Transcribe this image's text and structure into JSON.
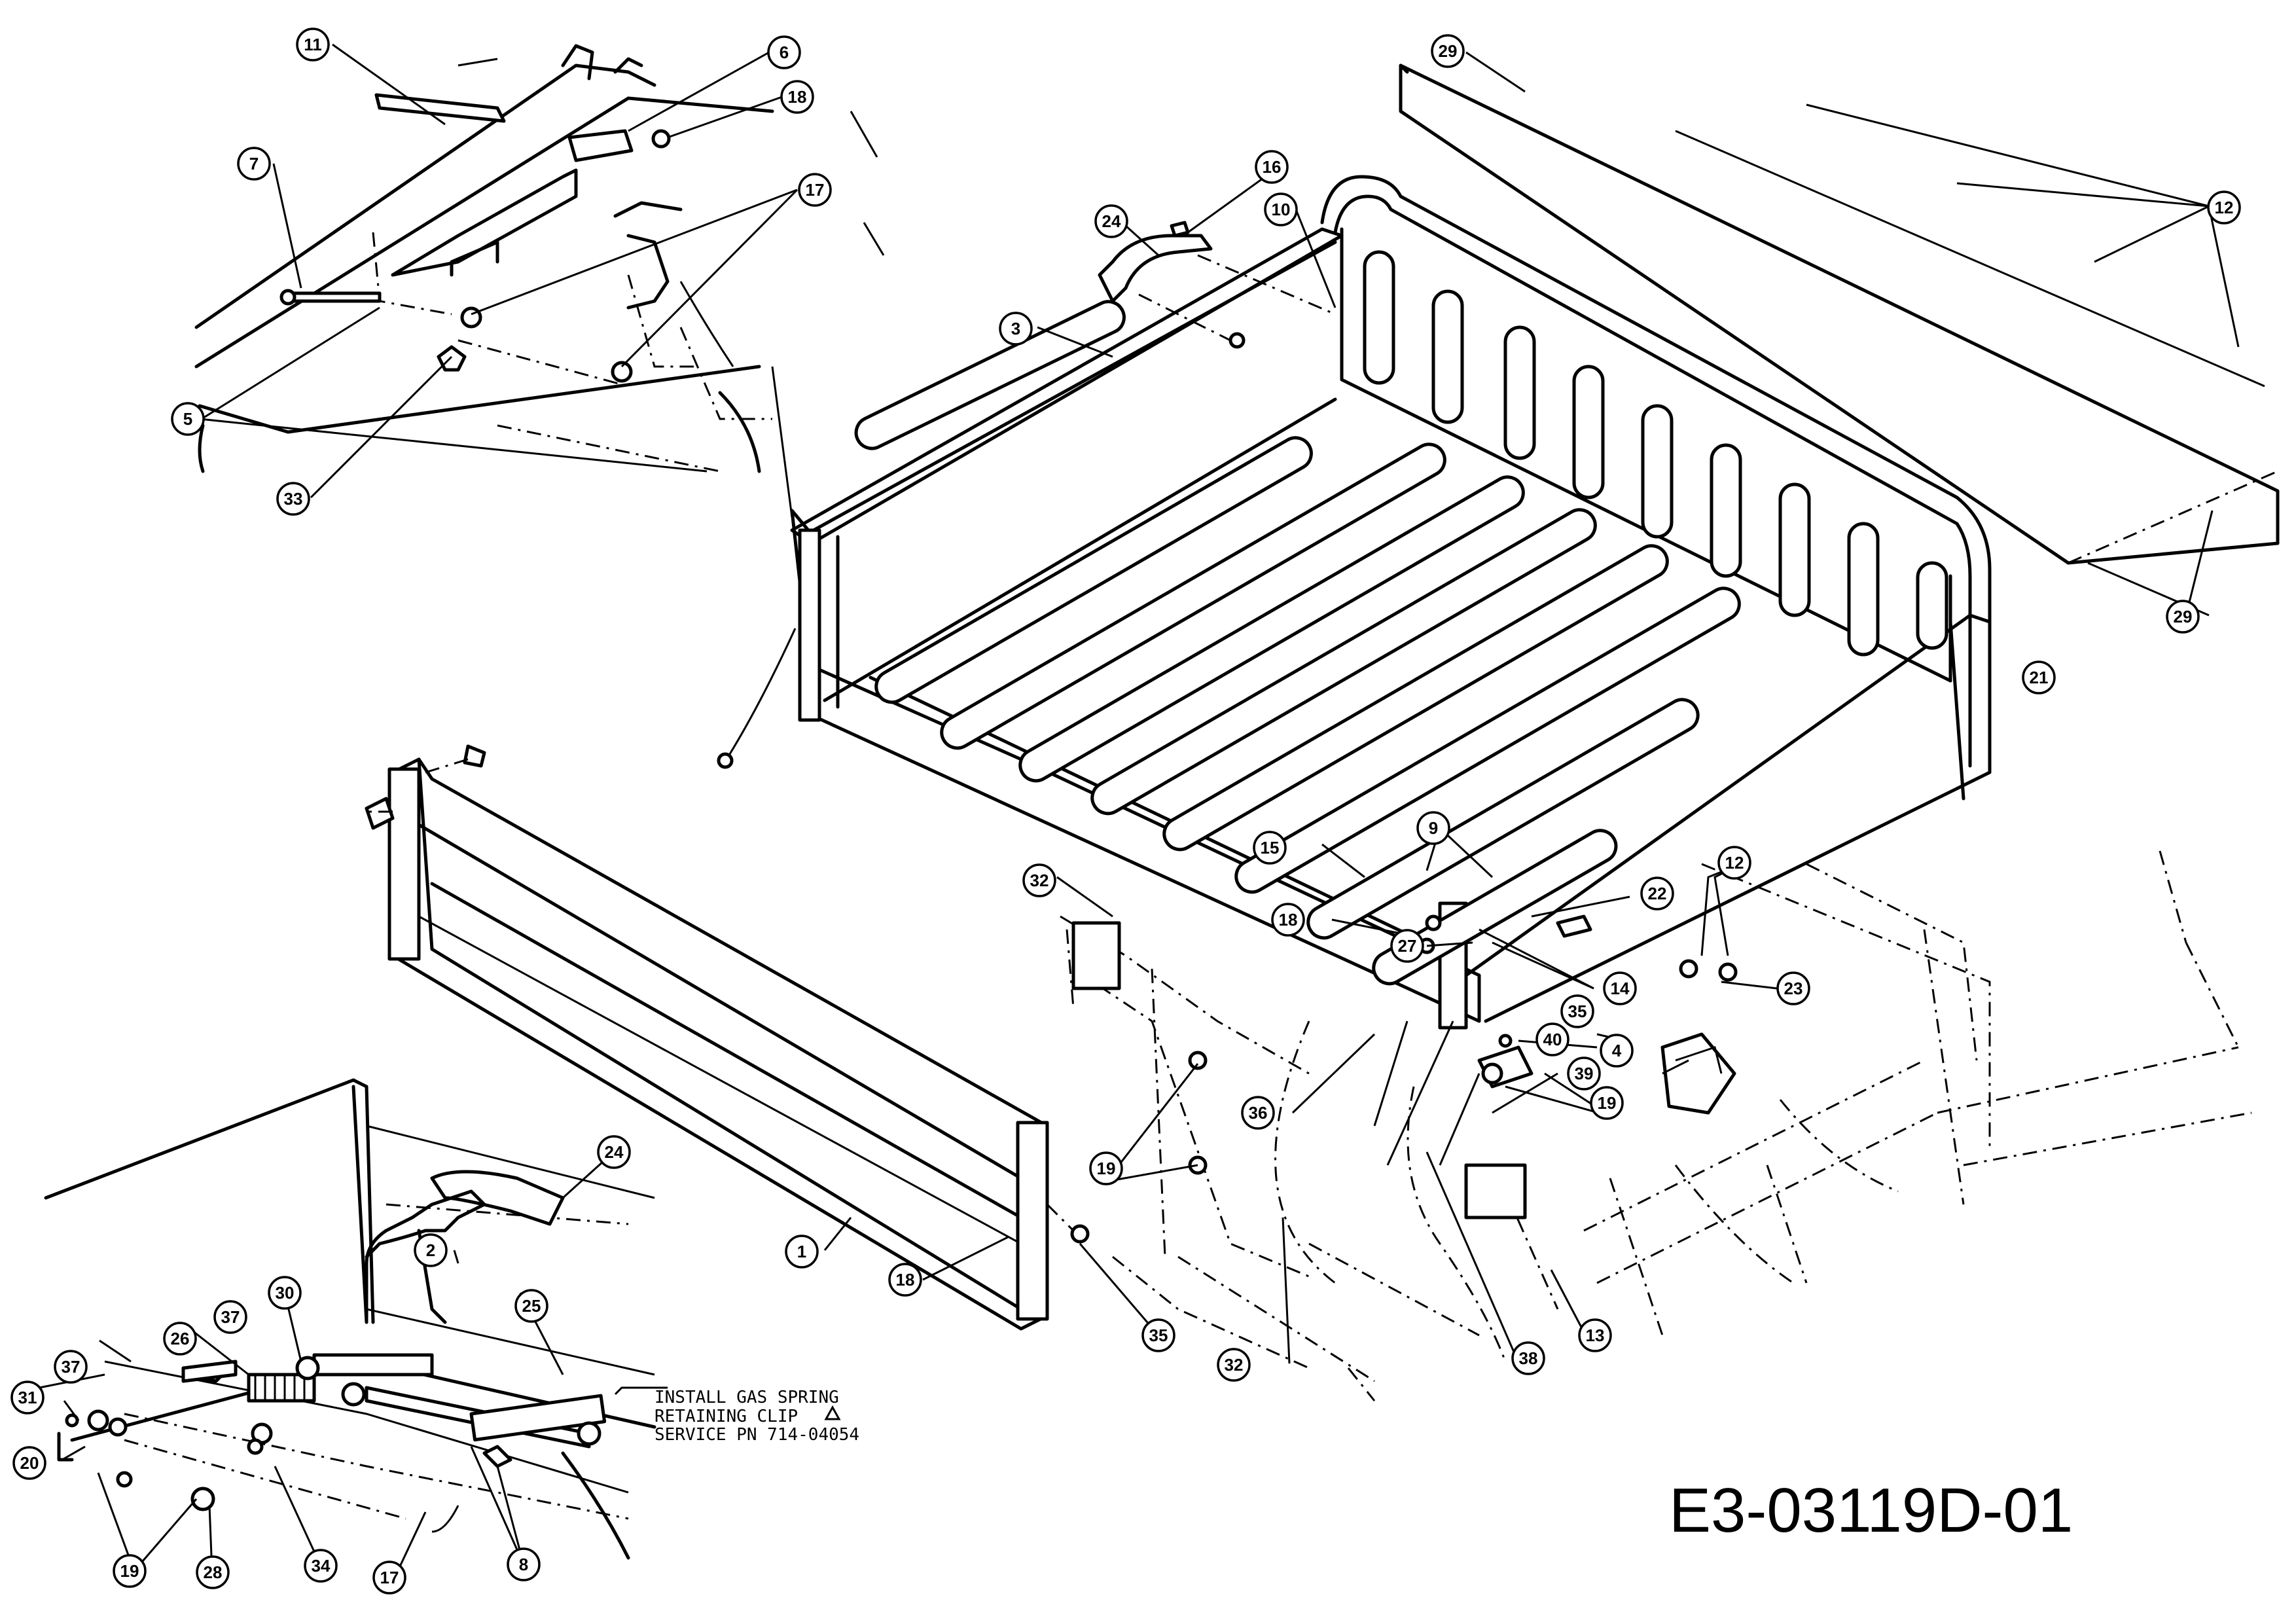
{
  "drawing_code": "E3-03119D-01",
  "note_lines": [
    "INSTALL GAS SPRING",
    "RETAINING CLIP",
    "SERVICE PN 714-04054"
  ],
  "callouts": {
    "c1": "1",
    "c2": "2",
    "c3": "3",
    "c4": "4",
    "c5": "5",
    "c6": "6",
    "c7": "7",
    "c8": "8",
    "c9": "9",
    "c10": "10",
    "c11": "11",
    "c12a": "12",
    "c12b": "12",
    "c13": "13",
    "c14": "14",
    "c15": "15",
    "c16": "16",
    "c17a": "17",
    "c17b": "17",
    "c18a": "18",
    "c18b": "18",
    "c18c": "18",
    "c19a": "19",
    "c19b": "19",
    "c19c": "19",
    "c20": "20",
    "c21": "21",
    "c22": "22",
    "c23": "23",
    "c24a": "24",
    "c24b": "24",
    "c25": "25",
    "c26": "26",
    "c27": "27",
    "c28": "28",
    "c29a": "29",
    "c29b": "29",
    "c30": "30",
    "c31": "31",
    "c32a": "32",
    "c32b": "32",
    "c33": "33",
    "c34": "34",
    "c35a": "35",
    "c35b": "35",
    "c36": "36",
    "c37a": "37",
    "c37b": "37",
    "c38": "38",
    "c39": "39",
    "c40": "40"
  }
}
